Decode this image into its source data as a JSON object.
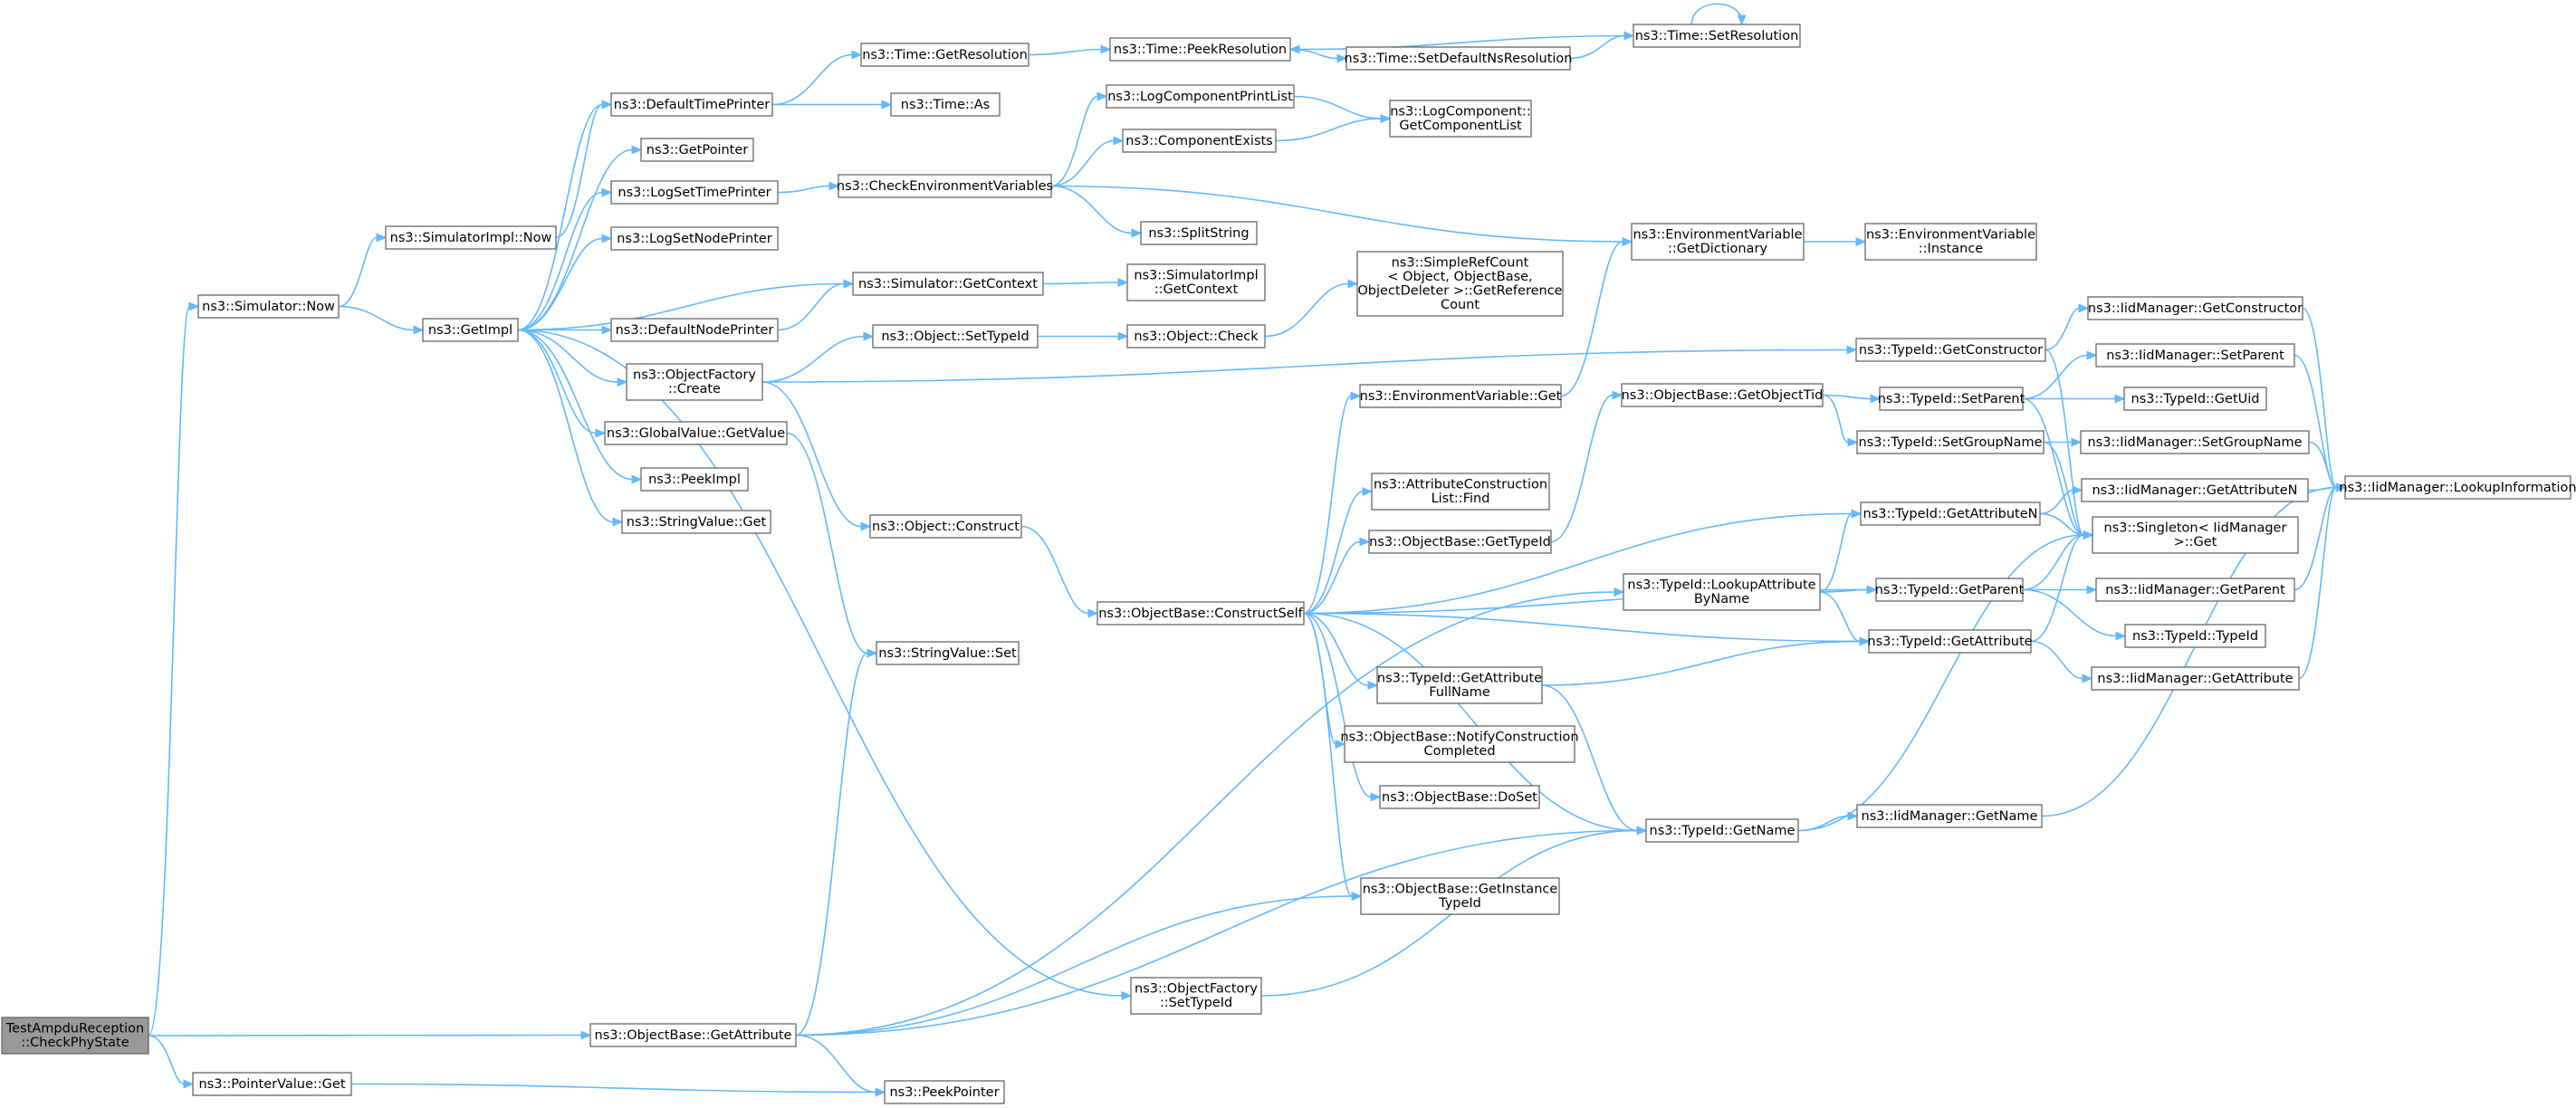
{
  "graph": {
    "edge_color": "#63b8ff",
    "node_border_color": "#666666",
    "root_fill_color": "#999999",
    "nodes": {
      "root": [
        "TestAmpduReception",
        "::CheckPhyState"
      ],
      "simNow": [
        "ns3::Simulator::Now"
      ],
      "simImplNow": [
        "ns3::SimulatorImpl::Now"
      ],
      "getImpl": [
        "ns3::GetImpl"
      ],
      "defTimePrinter": [
        "ns3::DefaultTimePrinter"
      ],
      "getPointer": [
        "ns3::GetPointer"
      ],
      "logSetTimePrinter": [
        "ns3::LogSetTimePrinter"
      ],
      "logSetNodePrinter": [
        "ns3::LogSetNodePrinter"
      ],
      "defNodePrinter": [
        "ns3::DefaultNodePrinter"
      ],
      "objFactoryCreate": [
        "ns3::ObjectFactory",
        "::Create"
      ],
      "gvGetValue": [
        "ns3::GlobalValue::GetValue"
      ],
      "peekImpl": [
        "ns3::PeekImpl"
      ],
      "strValGet": [
        "ns3::StringValue::Get"
      ],
      "timeGetRes": [
        "ns3::Time::GetResolution"
      ],
      "timeAs": [
        "ns3::Time::As"
      ],
      "timePeekRes": [
        "ns3::Time::PeekResolution"
      ],
      "timeSetDefNs": [
        "ns3::Time::SetDefaultNsResolution"
      ],
      "timeSetRes": [
        "ns3::Time::SetResolution"
      ],
      "checkEnv": [
        "ns3::CheckEnvironmentVariables"
      ],
      "logCompPrint": [
        "ns3::LogComponentPrintList"
      ],
      "compExists": [
        "ns3::ComponentExists"
      ],
      "logCompGetList": [
        "ns3::LogComponent::",
        "GetComponentList"
      ],
      "splitString": [
        "ns3::SplitString"
      ],
      "envGetDict": [
        "ns3::EnvironmentVariable",
        "::GetDictionary"
      ],
      "envInstance": [
        "ns3::EnvironmentVariable",
        "::Instance"
      ],
      "simGetContext": [
        "ns3::Simulator::GetContext"
      ],
      "simImplGetContext": [
        "ns3::SimulatorImpl",
        "::GetContext"
      ],
      "simpleRefCount": [
        "ns3::SimpleRefCount",
        "< Object, ObjectBase,",
        "ObjectDeleter >::GetReference",
        "Count"
      ],
      "objSetTypeId": [
        "ns3::Object::SetTypeId"
      ],
      "objCheck": [
        "ns3::Object::Check"
      ],
      "objConstruct": [
        "ns3::Object::Construct"
      ],
      "strValSet": [
        "ns3::StringValue::Set"
      ],
      "envGet": [
        "ns3::EnvironmentVariable::Get"
      ],
      "attrConstrFind": [
        "ns3::AttributeConstruction",
        "List::Find"
      ],
      "obGetTypeId": [
        "ns3::ObjectBase::GetTypeId"
      ],
      "obConstructSelf": [
        "ns3::ObjectBase::ConstructSelf"
      ],
      "tidGetAttrFullName": [
        "ns3::TypeId::GetAttribute",
        "FullName"
      ],
      "obNotifyConstr": [
        "ns3::ObjectBase::NotifyConstruction",
        "Completed"
      ],
      "obDoSet": [
        "ns3::ObjectBase::DoSet"
      ],
      "obGetInstTid": [
        "ns3::ObjectBase::GetInstance",
        "TypeId"
      ],
      "ofSetTypeId": [
        "ns3::ObjectFactory",
        "::SetTypeId"
      ],
      "obGetAttribute": [
        "ns3::ObjectBase::GetAttribute"
      ],
      "ptrValGet": [
        "ns3::PointerValue::Get"
      ],
      "peekPointer": [
        "ns3::PeekPointer"
      ],
      "obGetObjectTid": [
        "ns3::ObjectBase::GetObjectTid"
      ],
      "tidLookupAttr": [
        "ns3::TypeId::LookupAttribute",
        "ByName"
      ],
      "tidGetName": [
        "ns3::TypeId::GetName"
      ],
      "tidGetConstructor": [
        "ns3::TypeId::GetConstructor"
      ],
      "tidSetParent": [
        "ns3::TypeId::SetParent"
      ],
      "tidSetGroupName": [
        "ns3::TypeId::SetGroupName"
      ],
      "tidGetAttributeN": [
        "ns3::TypeId::GetAttributeN"
      ],
      "tidGetParent": [
        "ns3::TypeId::GetParent"
      ],
      "tidGetAttribute": [
        "ns3::TypeId::GetAttribute"
      ],
      "iidGetName": [
        "ns3::IidManager::GetName"
      ],
      "iidGetConstructor": [
        "ns3::IidManager::GetConstructor"
      ],
      "iidSetParent": [
        "ns3::IidManager::SetParent"
      ],
      "tidGetUid": [
        "ns3::TypeId::GetUid"
      ],
      "iidSetGroupName": [
        "ns3::IidManager::SetGroupName"
      ],
      "iidGetAttributeN": [
        "ns3::IidManager::GetAttributeN"
      ],
      "singletonGet": [
        "ns3::Singleton< IidManager",
        ">::Get"
      ],
      "iidGetParent": [
        "ns3::IidManager::GetParent"
      ],
      "tidTypeId": [
        "ns3::TypeId::TypeId"
      ],
      "iidGetAttribute": [
        "ns3::IidManager::GetAttribute"
      ],
      "iidLookupInfo": [
        "ns3::IidManager::LookupInformation"
      ]
    }
  }
}
